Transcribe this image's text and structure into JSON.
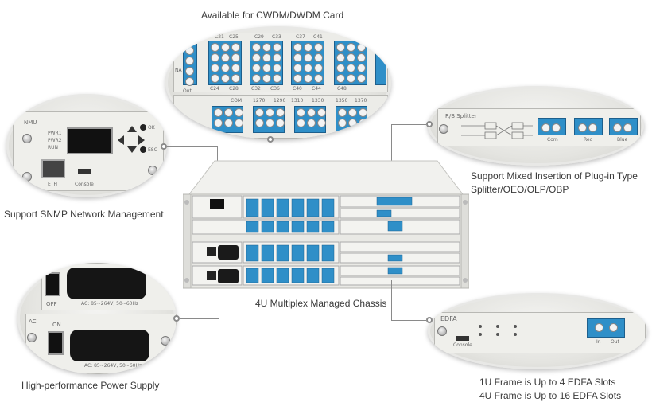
{
  "labels": {
    "cwdm_card": "Available for CWDM/DWDM Card",
    "snmp": "Support SNMP Network Management",
    "splitter_line1": "Support Mixed Insertion of Plug-in Type",
    "splitter_line2": "Splitter/OEO/OLP/OBP",
    "chassis": "4U Multiplex Managed Chassis",
    "power": "High-performance Power Supply",
    "edfa_line1": "1U Frame is Up to 4 EDFA Slots",
    "edfa_line2": "4U Frame is Up to 16 EDFA Slots"
  },
  "cwdm_zoom": {
    "top_channels": [
      "C21",
      "C25",
      "C29",
      "C33",
      "C37",
      "C41"
    ],
    "bottom_channels": [
      "C24",
      "C28",
      "C32",
      "C36",
      "C40",
      "C44",
      "C48"
    ],
    "bottom_labels": [
      "COM",
      "1270",
      "1290",
      "1310",
      "1330",
      "1350",
      "1370"
    ],
    "side_label": "NA",
    "out_label": "Out"
  },
  "nms_zoom": {
    "title": "NMU",
    "leds": [
      "PWR1",
      "PWR2",
      "RUN"
    ],
    "ok_label": "OK",
    "esc_label": "ESC",
    "eth_label": "ETH",
    "console_label": "Console"
  },
  "splitter_zoom": {
    "title": "R/B Splitter",
    "ports": [
      "Com",
      "Red",
      "Blue"
    ]
  },
  "power_zoom": {
    "switch_label": "OFF",
    "on_label": "ON",
    "rating": "AC: 85~264V, 50~60Hz",
    "ac_label": "AC"
  },
  "edfa_zoom": {
    "title": "EDFA",
    "console_label": "Console",
    "in_label": "In",
    "out_label": "Out"
  },
  "colors": {
    "adapter_blue": "#2f8fc8",
    "leader_line": "#8a8a8a",
    "text": "#3a3a3a"
  }
}
